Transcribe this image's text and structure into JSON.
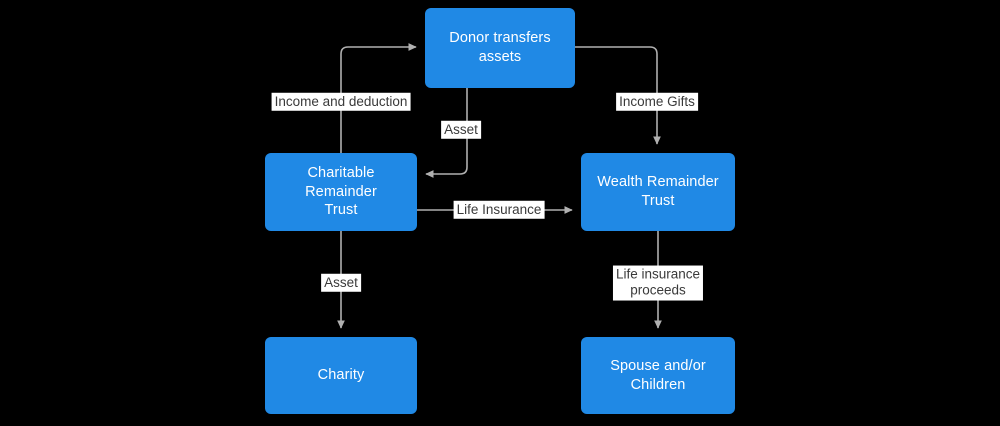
{
  "diagram": {
    "title": "Charitable Remainder Trust and Wealth Remainder Trust flow",
    "background_color": "#000000",
    "node_color": "#2089e5",
    "node_text_color": "#ffffff",
    "edge_color": "#b0b0b0",
    "label_background": "#ffffff",
    "label_text_color": "#3a3a3a",
    "nodes": [
      {
        "id": "donor",
        "label": "Donor transfers assets"
      },
      {
        "id": "crt",
        "label": "Charitable Remainder\nTrust"
      },
      {
        "id": "wrt",
        "label": "Wealth Remainder\nTrust"
      },
      {
        "id": "charity",
        "label": "Charity"
      },
      {
        "id": "spouse",
        "label": "Spouse and/or\nChildren"
      }
    ],
    "edges": [
      {
        "id": "crt-to-donor",
        "label": "Income and deduction",
        "from": "crt",
        "to": "donor"
      },
      {
        "id": "donor-to-crt",
        "label": "Asset",
        "from": "donor",
        "to": "crt"
      },
      {
        "id": "donor-to-wrt",
        "label": "Income Gifts",
        "from": "donor",
        "to": "wrt"
      },
      {
        "id": "crt-to-wrt",
        "label": "Life Insurance",
        "from": "crt",
        "to": "wrt"
      },
      {
        "id": "crt-to-charity",
        "label": "Asset",
        "from": "crt",
        "to": "charity"
      },
      {
        "id": "wrt-to-spouse",
        "label": "Life insurance\nproceeds",
        "from": "wrt",
        "to": "spouse"
      }
    ]
  }
}
